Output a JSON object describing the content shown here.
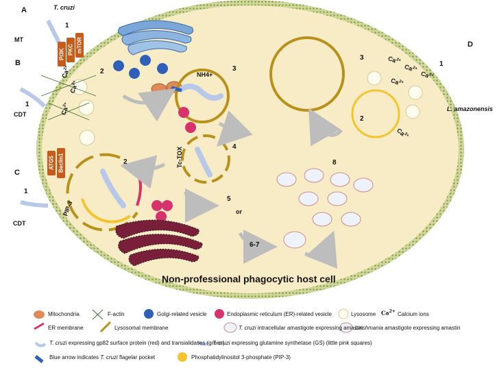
{
  "panels": {
    "a": "A",
    "b": "B",
    "c": "C",
    "d": "D"
  },
  "labels": {
    "t_cruzi": "T. cruzi",
    "mt": "MT",
    "cdt_b": "CDT",
    "cdt_c": "CDT",
    "pip3": "PIP-3",
    "nh4": "NH4+",
    "tc_tox": "Tc-TOX",
    "or": "or",
    "l_amazonensis": "L. amazonensis",
    "host_cell": "Non-professional phagocytic host cell"
  },
  "kinases": {
    "pi3k": "PI3K",
    "pkc": "PKC",
    "mtor": "mTOR",
    "atg5": "ATG5",
    "beclin1": "Beclin1"
  },
  "steps": {
    "a1": "1",
    "b1": "1",
    "c1": "1",
    "d1": "1",
    "s2_top": "2",
    "s2_mid": "2",
    "s2_right": "2",
    "s3_left": "3",
    "s3_right": "3",
    "s4": "4",
    "s5": "5",
    "s67": "6-7",
    "s8": "8"
  },
  "calcium": {
    "symbol": "Ca",
    "charge": "2+"
  },
  "legend": {
    "mitochondria": "Mitochondria",
    "f_actin": "F-actin",
    "golgi": "Golgi-related vesicle",
    "er_vesicle": "Endoplasmic reticulum (ER)-related vesicle",
    "lysosome": "Lysosome",
    "calcium_ions": "Calcium ions",
    "er_membrane": "ER membrane",
    "lysosomal_membrane": "Lysosomal membrane",
    "amastigote_tc_pre": "T. cruzi",
    "amastigote_tc_post": " intracellular amastigote expressing amastin",
    "amastigote_lm_pre": "Leishmania",
    "amastigote_lm_post": " amastigote expressing amastin",
    "gp82_pre": "T. cruzi",
    "gp82_post": " expressing gp82 surface protein (red) and transialidases (green)",
    "gs_pre": "T. cruzi",
    "gs_post": " expressing glutamine synthetase (GS) (little pink squares)",
    "blue_arrow_pre": "Blue arrow indicates ",
    "blue_arrow_it": "T. cruzi",
    "blue_arrow_post": " flagelar pocket",
    "pip3": "Phosphatidylinositol 3-phosphate (PIP-3)"
  },
  "colors": {
    "cell_fill": "#f7ecc6",
    "membrane": "#a8b86a",
    "lysosomal_membrane": "#b8901a",
    "pip3_yellow": "#f4c430",
    "golgi_blue": "#2f5fb8",
    "er_vesicle": "#d6336c",
    "kinase": "#c85a1a",
    "er_body": "#7a1f3a",
    "mito": "#e08a5a",
    "parasite": "#b8c8e8",
    "arrow_gray": "#bdbdbd"
  }
}
